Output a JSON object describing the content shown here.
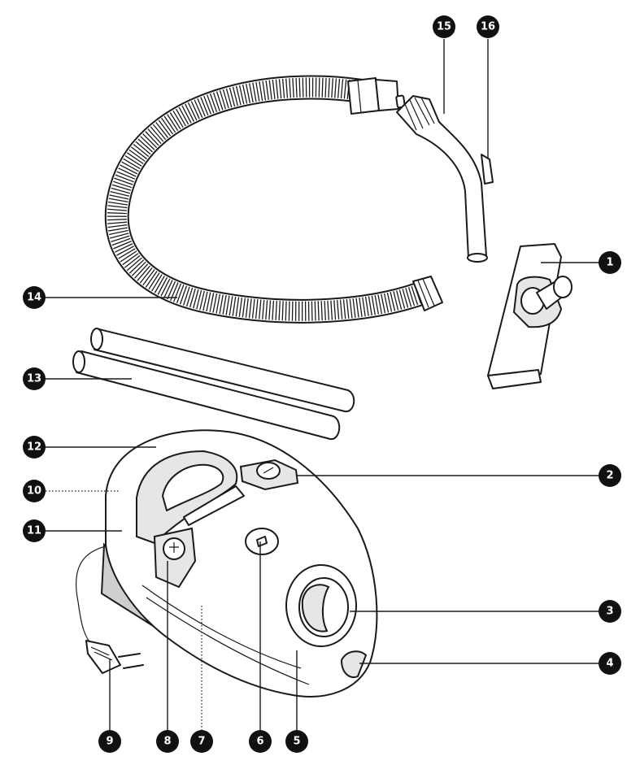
{
  "callouts": {
    "c1": "1",
    "c2": "2",
    "c3": "3",
    "c4": "4",
    "c5": "5",
    "c6": "6",
    "c7": "7",
    "c8": "8",
    "c9": "9",
    "c10": "10",
    "c11": "11",
    "c12": "12",
    "c13": "13",
    "c14": "14",
    "c15": "15",
    "c16": "16"
  },
  "colors": {
    "ink": "#1a1a1a",
    "callout_fill": "#111111",
    "callout_text": "#ffffff",
    "shade": "#e6e6e6"
  }
}
